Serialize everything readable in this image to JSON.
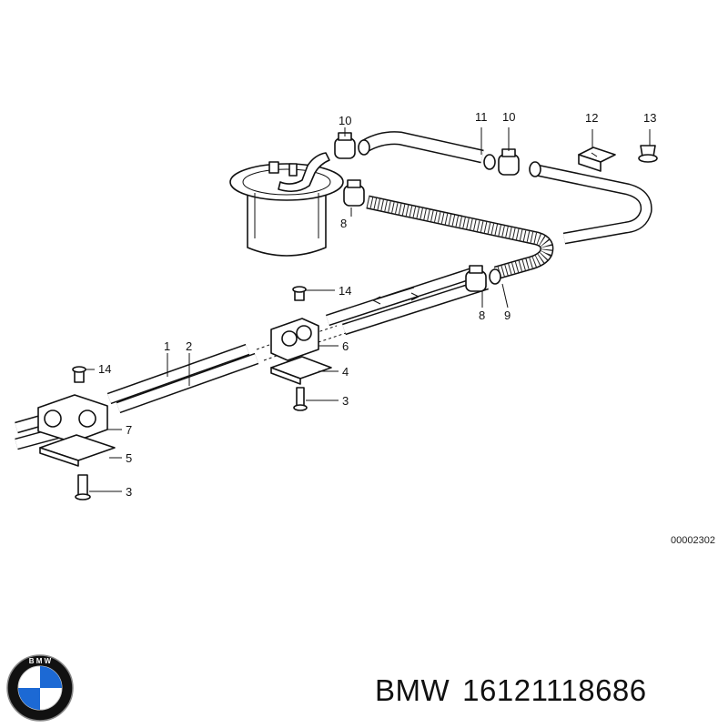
{
  "diagram": {
    "callouts": [
      {
        "id": "1",
        "text": "1"
      },
      {
        "id": "2",
        "text": "2"
      },
      {
        "id": "3a",
        "text": "3"
      },
      {
        "id": "3b",
        "text": "3"
      },
      {
        "id": "4",
        "text": "4"
      },
      {
        "id": "5",
        "text": "5"
      },
      {
        "id": "6",
        "text": "6"
      },
      {
        "id": "7",
        "text": "7"
      },
      {
        "id": "8a",
        "text": "8"
      },
      {
        "id": "8b",
        "text": "8"
      },
      {
        "id": "9",
        "text": "9"
      },
      {
        "id": "10a",
        "text": "10"
      },
      {
        "id": "10b",
        "text": "10"
      },
      {
        "id": "11",
        "text": "11"
      },
      {
        "id": "12",
        "text": "12"
      },
      {
        "id": "13",
        "text": "13"
      },
      {
        "id": "14a",
        "text": "14"
      },
      {
        "id": "14b",
        "text": "14"
      }
    ],
    "catalog_code": "00002302"
  },
  "brand": {
    "logo_icon": "bmw-roundel-icon",
    "logo_colors": {
      "blue": "#1c69d4",
      "black": "#111111",
      "white": "#ffffff"
    },
    "name": "BMW",
    "part_number": "16121118686"
  }
}
